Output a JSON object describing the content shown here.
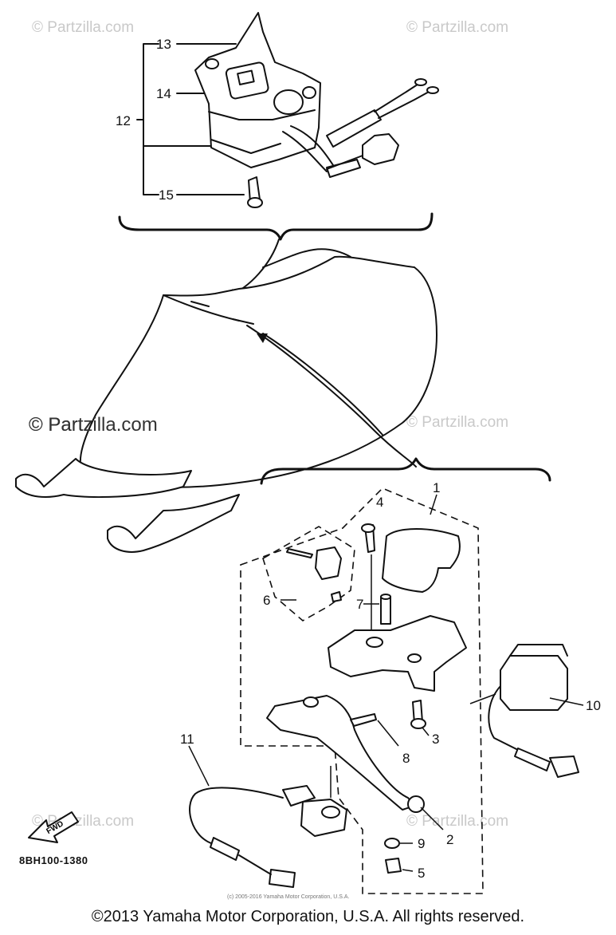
{
  "watermark": {
    "text_full": "© Partzilla.com",
    "text_small": "© Partzilla.com"
  },
  "callouts": {
    "c1": "1",
    "c2": "2",
    "c3": "3",
    "c4": "4",
    "c5": "5",
    "c6": "6",
    "c7": "7",
    "c8": "8",
    "c9": "9",
    "c10": "10",
    "c11": "11",
    "c12": "12",
    "c13": "13",
    "c14": "14",
    "c15": "15"
  },
  "fwd_label": "FWD",
  "ref_code": "8BH100-1380",
  "small_note": "(c) 2005-2016 Yamaha Motor Corporation, U.S.A.",
  "copyright": "©2013 Yamaha Motor Corporation, U.S.A. All rights reserved."
}
